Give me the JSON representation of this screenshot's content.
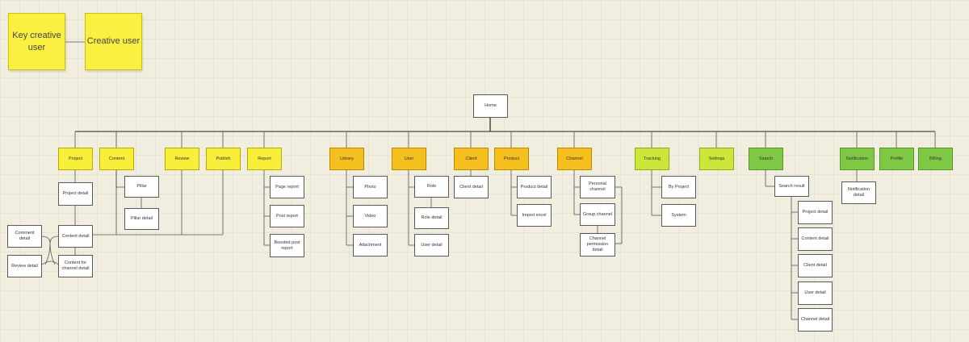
{
  "legend": {
    "key_creative_user": "Key creative user",
    "creative_user": "Creative user"
  },
  "nodes": {
    "home": "Home",
    "project": "Project",
    "content": "Content",
    "review": "Review",
    "publish": "Publish",
    "report": "Report",
    "library": "Library",
    "user": "User",
    "client": "Client",
    "product": "Product",
    "channel": "Channel",
    "tracking": "Tracking",
    "settings": "Settings",
    "search": "Search",
    "notification": "Notification",
    "profile": "Profile",
    "billing": "Billing",
    "project_detail": "Project detail",
    "content_detail": "Content detail",
    "comment_detail": "Comment detail",
    "review_detail": "Review detail",
    "content_for_channel_detail": "Content for channel detail",
    "pillar": "Pillar",
    "pillar_detail": "Pillar detail",
    "page_report": "Page report",
    "post_report": "Post report",
    "boosted_post_report": "Boosted post report",
    "photo": "Photo",
    "video": "Video",
    "attachment": "Attachment",
    "role": "Role",
    "role_detail": "Role detail",
    "user_detail": "User detail",
    "client_detail": "Client detail",
    "product_detail": "Product detail",
    "import_excel": "Import excel",
    "personal_channel": "Personal channel",
    "group_channel": "Group channel",
    "channel_permission_detail": "Channel permission detail",
    "tracking_project": "By Project",
    "tracking_system": "System",
    "search_result": "Search result",
    "search_project_detail": "Project detail",
    "search_content_detail": "Content detail",
    "search_client_detail": "Client detail",
    "search_user_detail": "User detail",
    "search_channel_detail": "Channel detail",
    "notification_detail": "Notification detail"
  }
}
